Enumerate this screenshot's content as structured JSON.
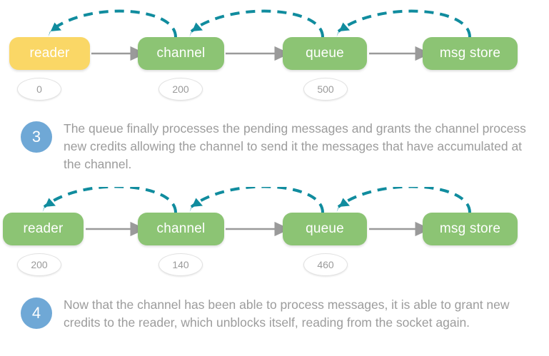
{
  "palette": {
    "node_green": "#8cc474",
    "node_yellow": "#fad766",
    "arc_teal": "#108c9e",
    "arrow_gray": "#9a9a9a",
    "step_blue": "#6fa8d6",
    "text_gray": "#9c9c9c",
    "badge_border": "#e2e2e2",
    "background": "#ffffff"
  },
  "diagrams": [
    {
      "id": "diagram-1",
      "nodes": [
        {
          "label": "reader",
          "color": "yellow",
          "badge": "0"
        },
        {
          "label": "channel",
          "color": "green",
          "badge": "200"
        },
        {
          "label": "queue",
          "color": "green",
          "badge": "500"
        },
        {
          "label": "msg store",
          "color": "green",
          "badge": null
        }
      ],
      "flow_arrows": [
        "reader-to-channel",
        "channel-to-queue",
        "queue-to-msg-store"
      ],
      "credit_arcs": [
        "channel-to-reader",
        "queue-to-channel",
        "msg-store-to-queue"
      ]
    },
    {
      "id": "diagram-2",
      "nodes": [
        {
          "label": "reader",
          "color": "green",
          "badge": "200"
        },
        {
          "label": "channel",
          "color": "green",
          "badge": "140"
        },
        {
          "label": "queue",
          "color": "green",
          "badge": "460"
        },
        {
          "label": "msg store",
          "color": "green",
          "badge": null
        }
      ],
      "flow_arrows": [
        "reader-to-channel",
        "channel-to-queue",
        "queue-to-msg-store"
      ],
      "credit_arcs": [
        "channel-to-reader",
        "queue-to-channel",
        "msg-store-to-queue"
      ]
    }
  ],
  "steps": [
    {
      "number": "3",
      "text": "The queue finally processes the pending messages and grants the channel process new credits allowing the channel to send it the messages that have accumulated at the channel."
    },
    {
      "number": "4",
      "text": "Now that the channel has been able to process messages, it is able to grant new credits to the reader, which unblocks itself, reading from the socket again."
    }
  ]
}
